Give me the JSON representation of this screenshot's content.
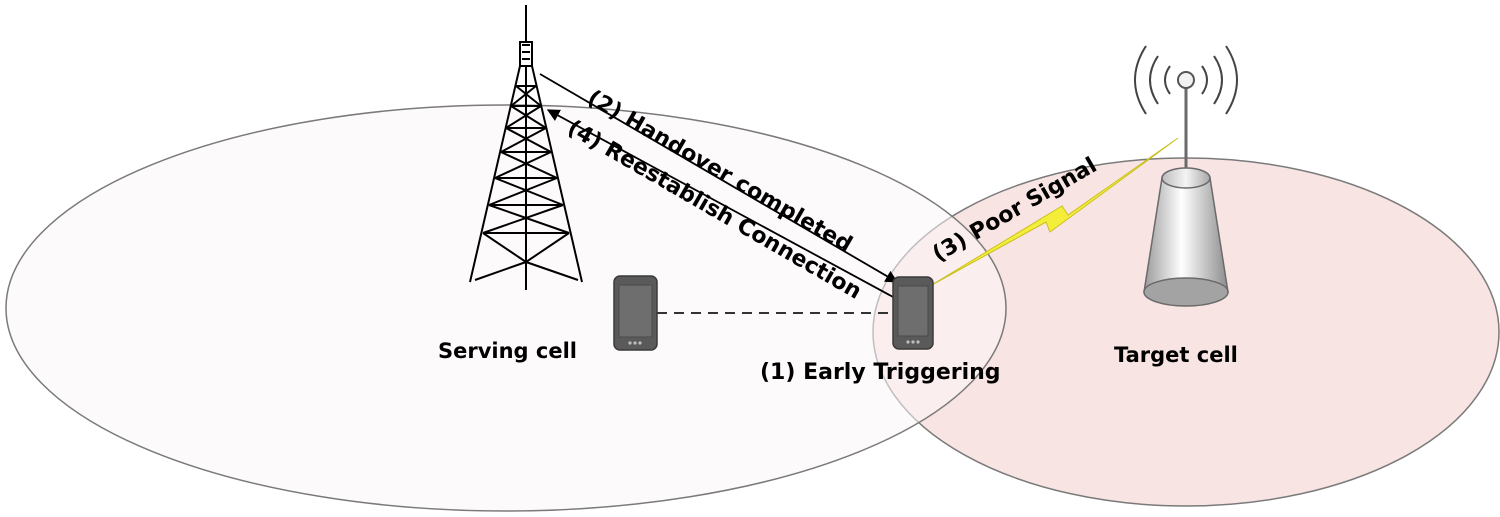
{
  "colors": {
    "serving_cell_fill": "#fbf6f7",
    "target_cell_fill": "#f8e4e2",
    "cell_outline": "#7a7a7a",
    "tower": "#000000",
    "phone_body": "#5a5a5a",
    "phone_screen": "#6e6e6e",
    "target_antenna_gradient": [
      "#9a9a9a",
      "#ffffff",
      "#8c8c8c"
    ],
    "poor_signal_bolt": "#f4ee3a"
  },
  "icons": {
    "serving_tower": "lattice-tower-icon",
    "target_antenna": "small-cell-antenna-icon",
    "mobile_phone": "smartphone-icon",
    "signal_bolt": "lightning-bolt-icon",
    "radio_waves": "radio-waves-icon"
  },
  "cells": {
    "serving_label": "Serving cell",
    "target_label": "Target cell"
  },
  "steps": {
    "early_triggering": "(1) Early Triggering",
    "handover_completed": "(2) Handover completed",
    "poor_signal": "(3) Poor Signal",
    "reestablish_connection": "(4) Reestablish Connection"
  }
}
